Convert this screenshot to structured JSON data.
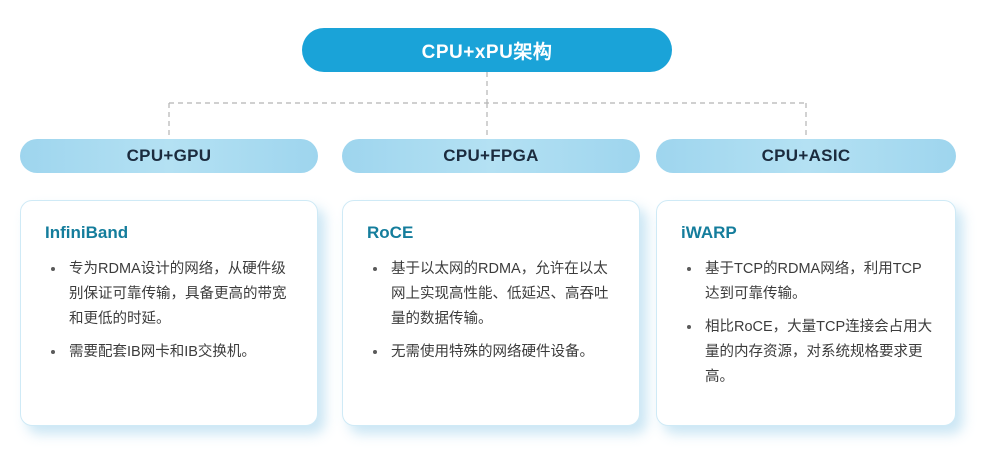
{
  "root": {
    "label": "CPU+xPU架构"
  },
  "branches": [
    {
      "header": "CPU+GPU",
      "title": "InfiniBand",
      "bullets": [
        "专为RDMA设计的网络，从硬件级别保证可靠传输，具备更高的带宽和更低的时延。",
        "需要配套IB网卡和IB交换机。"
      ]
    },
    {
      "header": "CPU+FPGA",
      "title": "RoCE",
      "bullets": [
        "基于以太网的RDMA，允许在以太网上实现高性能、低延迟、高吞吐量的数据传输。",
        "无需使用特殊的网络硬件设备。"
      ]
    },
    {
      "header": "CPU+ASIC",
      "title": "iWARP",
      "bullets": [
        "基于TCP的RDMA网络，利用TCP达到可靠传输。",
        "相比RoCE，大量TCP连接会占用大量的内存资源，对系统规格要求更高。"
      ]
    }
  ],
  "colors": {
    "root_bg": "#1aa3d8",
    "header_bg": "#a7daf0",
    "card_border": "#cfeaf6",
    "card_shadow": "#8cc8e6",
    "title_color": "#147d9c",
    "body_text": "#3c3c3c",
    "connector": "#b5b5b5"
  }
}
